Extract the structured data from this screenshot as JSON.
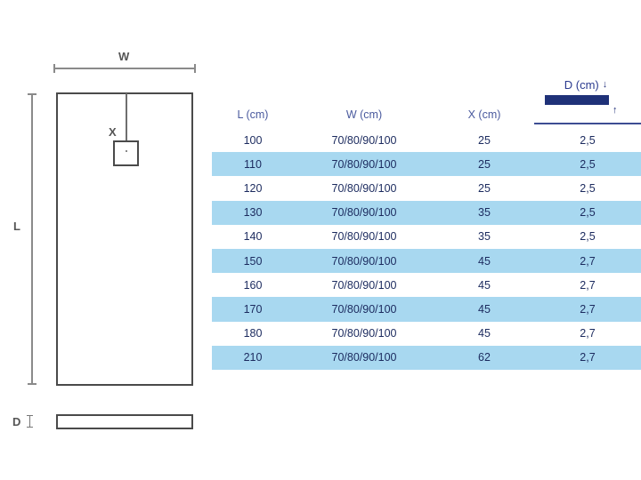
{
  "drawing": {
    "width_label": "W",
    "length_label": "L",
    "drain_label": "X",
    "depth_label": "D",
    "outline_color": "#4a4a4a",
    "dimension_line_color": "#8a8a8a"
  },
  "table": {
    "columns": [
      {
        "key": "L",
        "header": "L (cm)"
      },
      {
        "key": "W",
        "header": "W (cm)"
      },
      {
        "key": "X",
        "header": "X (cm)"
      },
      {
        "key": "D",
        "header": "D (cm)"
      }
    ],
    "depth_icon": {
      "label": "D (cm)",
      "arrow_down": "↓",
      "arrow_up": "↑",
      "bar_color": "#1f3178"
    },
    "header_text_color": "#4a5a9e",
    "header_rule_color": "#3d4d93",
    "band_color": "#a8d8f0",
    "body_text_color": "#1b2a5e",
    "rows": [
      {
        "L": "100",
        "W": "70/80/90/100",
        "X": "25",
        "D": "2,5",
        "band": false
      },
      {
        "L": "110",
        "W": "70/80/90/100",
        "X": "25",
        "D": "2,5",
        "band": true
      },
      {
        "L": "120",
        "W": "70/80/90/100",
        "X": "25",
        "D": "2,5",
        "band": false
      },
      {
        "L": "130",
        "W": "70/80/90/100",
        "X": "35",
        "D": "2,5",
        "band": true
      },
      {
        "L": "140",
        "W": "70/80/90/100",
        "X": "35",
        "D": "2,5",
        "band": false
      },
      {
        "L": "150",
        "W": "70/80/90/100",
        "X": "45",
        "D": "2,7",
        "band": true
      },
      {
        "L": "160",
        "W": "70/80/90/100",
        "X": "45",
        "D": "2,7",
        "band": false
      },
      {
        "L": "170",
        "W": "70/80/90/100",
        "X": "45",
        "D": "2,7",
        "band": true
      },
      {
        "L": "180",
        "W": "70/80/90/100",
        "X": "45",
        "D": "2,7",
        "band": false
      },
      {
        "L": "210",
        "W": "70/80/90/100",
        "X": "62",
        "D": "2,7",
        "band": true
      }
    ]
  }
}
